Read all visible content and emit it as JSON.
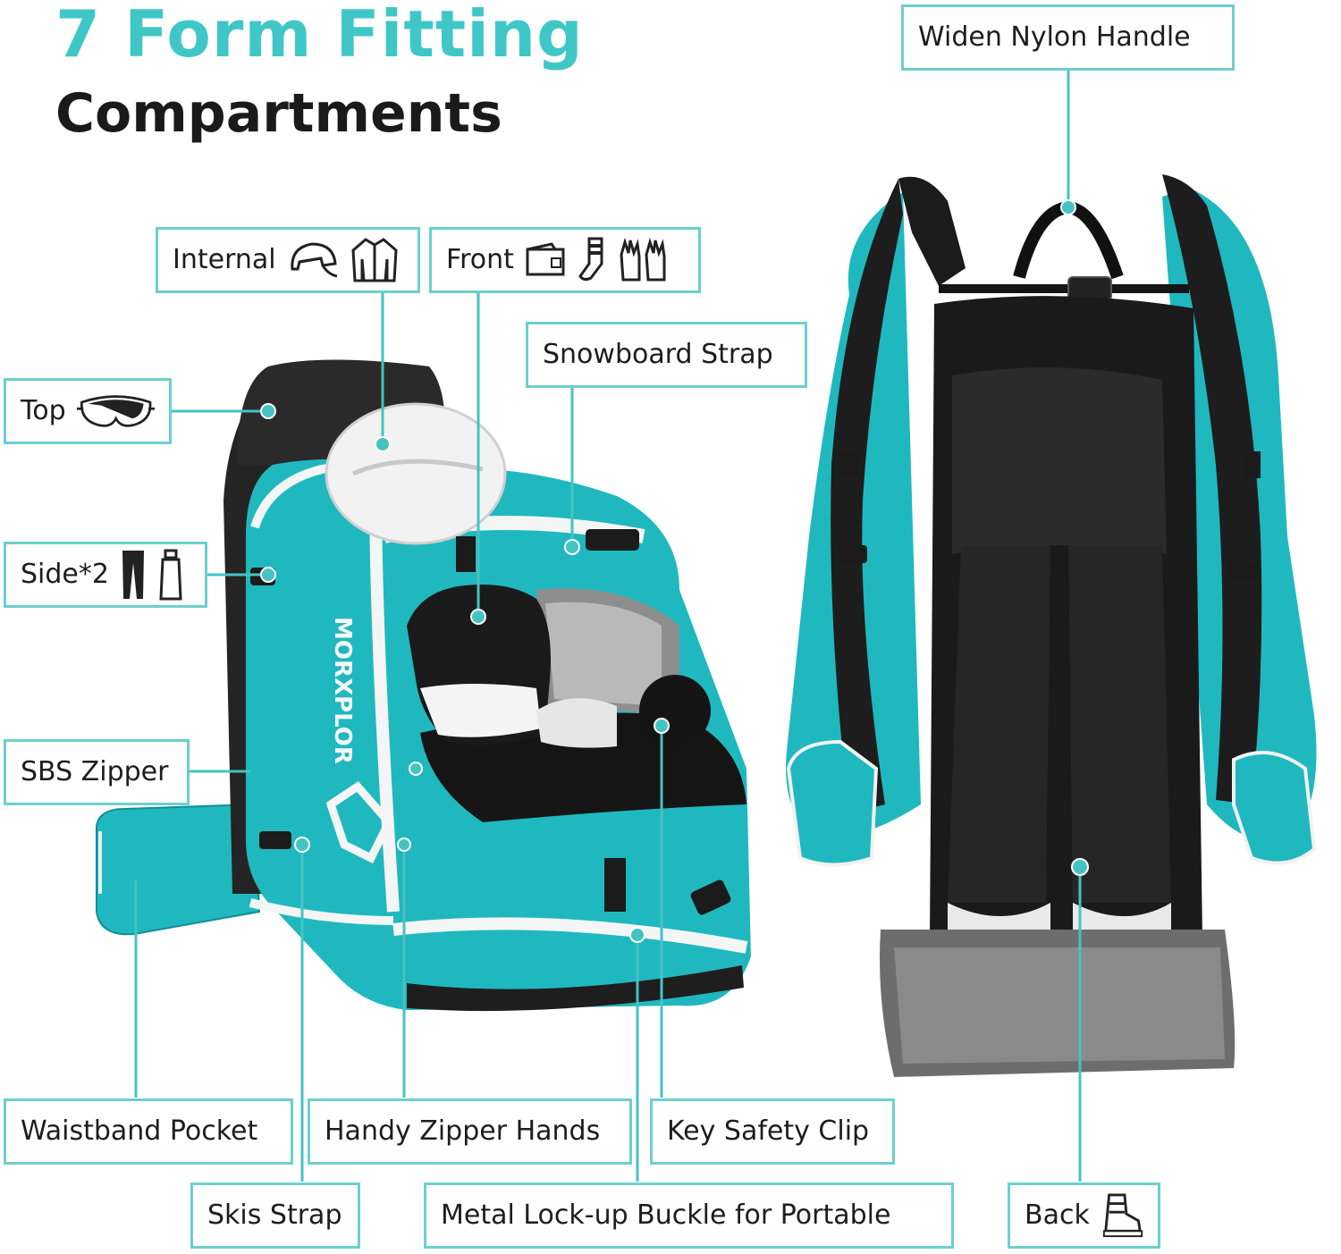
{
  "headline": {
    "line1": "7 Form Fitting",
    "line2": "Compartments"
  },
  "colors": {
    "accent_teal": "#3fc7c7",
    "callout_border": "#6ccfcf",
    "bag_teal": "#20b8bf",
    "bag_black": "#1c1c1c",
    "bag_white": "#f4f6f6"
  },
  "bag_branding": {
    "wordmark": "MORXPLOR"
  },
  "callouts": {
    "internal": {
      "label": "Internal",
      "icons": [
        "helmet-icon",
        "jacket-icon"
      ]
    },
    "front": {
      "label": "Front",
      "icons": [
        "wallet-icon",
        "socks-icon",
        "gloves-icon"
      ]
    },
    "top": {
      "label": "Top",
      "icons": [
        "goggles-icon"
      ]
    },
    "side": {
      "label": "Side*2",
      "icons": [
        "pants-icon",
        "bottle-icon"
      ]
    },
    "sbs_zipper": {
      "label": "SBS Zipper"
    },
    "snowboard_strap": {
      "label": "Snowboard Strap"
    },
    "widen_handle": {
      "label": "Widen Nylon Handle"
    },
    "waistband_pocket": {
      "label": "Waistband Pocket"
    },
    "handy_zipper": {
      "label": "Handy Zipper Hands"
    },
    "key_clip": {
      "label": "Key Safety Clip"
    },
    "skis_strap": {
      "label": "Skis Strap"
    },
    "metal_buckle": {
      "label": "Metal Lock-up Buckle for Portable"
    },
    "back": {
      "label": "Back",
      "icons": [
        "boot-icon"
      ]
    }
  }
}
